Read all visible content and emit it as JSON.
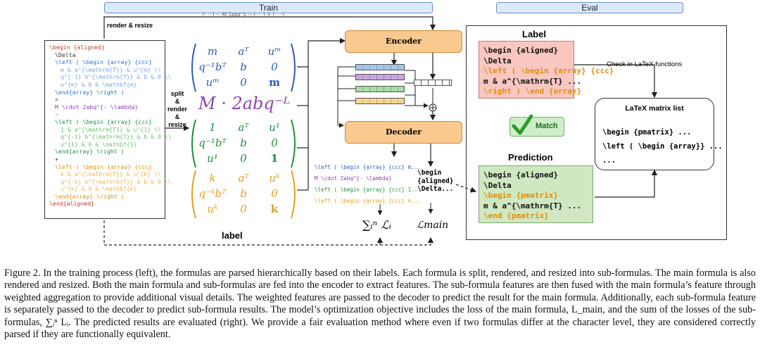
{
  "headers": {
    "train": "Train",
    "eval": "Eval"
  },
  "labels": {
    "render_resize": "render & resize",
    "split_render": "split\n&\nrender\n&\nresize",
    "label_bottom": "label",
    "eval_label": "Label",
    "prediction": "Prediction",
    "check": "Check in LaTeX functions",
    "match": "Match",
    "matrix_list_title": "LaTeX matrix list"
  },
  "encoder": "Encoder",
  "decoder": "Decoder",
  "code_lines": [
    {
      "text": "\\begin {aligned}",
      "color": "#c0392b",
      "indent": 0
    },
    {
      "text": "\\Delta",
      "color": "#333333",
      "indent": 1
    },
    {
      "text": "\\left ( \\begin {array} {ccc}",
      "color": "#2e6fd1",
      "indent": 1
    },
    {
      "text": "m & a^{\\mathrm{T}} & u^{m} \\\\",
      "color": "#7aa6e6",
      "indent": 2
    },
    {
      "text": "q^{-1} b^{\\mathrm{T}} & b & 0 \\\\",
      "color": "#7aa6e6",
      "indent": 2
    },
    {
      "text": "u^{m} & 0 & \\mathbf{m}",
      "color": "#7aa6e6",
      "indent": 2
    },
    {
      "text": "\\end{array} \\right )",
      "color": "#2e6fd1",
      "indent": 1
    },
    {
      "text": "=",
      "color": "#333333",
      "indent": 1
    },
    {
      "text": "M \\cdot 2abq^{- \\lambda}",
      "color": "#8e44ad",
      "indent": 1
    },
    {
      "text": "-",
      "color": "#333333",
      "indent": 1
    },
    {
      "text": "\\left ( \\begin {array} {ccc}",
      "color": "#1e8e3e",
      "indent": 1
    },
    {
      "text": "1 & a^{\\mathrm{T}} & u^{1} \\\\",
      "color": "#6cc070",
      "indent": 2
    },
    {
      "text": "q^{-1} b^{\\mathrm{T}} & b & 0 \\\\",
      "color": "#6cc070",
      "indent": 2
    },
    {
      "text": "u^{1} & 0 & \\mathbf{1}",
      "color": "#6cc070",
      "indent": 2
    },
    {
      "text": "\\end{array} \\right )",
      "color": "#1e8e3e",
      "indent": 1
    },
    {
      "text": "+",
      "color": "#333333",
      "indent": 1
    },
    {
      "text": "\\left ( \\begin {array} {ccc}",
      "color": "#e08e0b",
      "indent": 1
    },
    {
      "text": "k & a^{\\mathrm{T}} & u^{k} \\\\",
      "color": "#f0b455",
      "indent": 2
    },
    {
      "text": "q^{-k} b^{\\mathrm{T}} & b & 0 \\\\",
      "color": "#f0b455",
      "indent": 2
    },
    {
      "text": "u^{k} & 0 & \\mathbf{k}",
      "color": "#f0b455",
      "indent": 2
    },
    {
      "text": "\\end{array} \\right )",
      "color": "#e08e0b",
      "indent": 1
    },
    {
      "text": "\\end{aligned}",
      "color": "#c0392b",
      "indent": 0
    }
  ],
  "matrices": {
    "blue": {
      "color": "#2e5cb8",
      "rows": [
        [
          "m",
          "aᵀ",
          "uᵐ"
        ],
        [
          "q⁻¹bᵀ",
          "b",
          "0"
        ],
        [
          "uᵐ",
          "0",
          "m"
        ]
      ]
    },
    "middle": {
      "text": "M · 2abq⁻ᴸ",
      "color": "#8e44ad"
    },
    "green": {
      "color": "#1e8e3e",
      "rows": [
        [
          "1",
          "aᵀ",
          "u¹"
        ],
        [
          "q⁻¹bᵀ",
          "b",
          "0"
        ],
        [
          "u¹",
          "0",
          "1"
        ]
      ]
    },
    "orange": {
      "color": "#e0a020",
      "rows": [
        [
          "k",
          "aᵀ",
          "uᵏ"
        ],
        [
          "q⁻ᵏbᵀ",
          "b",
          "0"
        ],
        [
          "uᵏ",
          "0",
          "k"
        ]
      ]
    }
  },
  "decoder_outputs": [
    {
      "text": "\\left ( \\begin {array} {ccc} m...",
      "color": "#2e5cb8"
    },
    {
      "text": "M \\cdot 2abq^{- \\lambda}",
      "color": "#8e44ad"
    },
    {
      "text": "\\left ( \\begin {array} {ccc} 1...",
      "color": "#1e8e3e"
    },
    {
      "text": "\\left ( \\begin {array} {ccc} k...",
      "color": "#e0a020"
    }
  ],
  "main_output": "\\begin\n{aligned}\n\\Delta...",
  "loss_sub": "∑ᵢⁿ ℒᵢ",
  "loss_main": "ℒmain",
  "top_formula": "(· · ·) − M·2abq⁻λ − (· · ·) + (· · ·)",
  "label_panel": [
    {
      "text": "\\begin {aligned}",
      "color": "#111111"
    },
    {
      "text": "\\Delta",
      "color": "#111111"
    },
    {
      "text": "\\left ( \\begin {array} {ccc}",
      "color": "#e08e0b"
    },
    {
      "text": "m & a^{\\mathrm{T} ...",
      "color": "#111111"
    },
    {
      "text": "\\right ) \\end {array}",
      "color": "#e08e0b"
    }
  ],
  "pred_panel": [
    {
      "text": "\\begin {aligned}",
      "color": "#111111"
    },
    {
      "text": "\\Delta",
      "color": "#111111"
    },
    {
      "text": "\\begin {pmatrix}",
      "color": "#e08e0b"
    },
    {
      "text": "m & a^{\\mathrm{T} ...",
      "color": "#111111"
    },
    {
      "text": "\\end {pmatrix}",
      "color": "#e08e0b"
    }
  ],
  "matrix_list": [
    "\\begin {pmatrix} ...",
    "\\left ( \\begin {array}} ...",
    "..."
  ],
  "caption": "Figure 2.  In the training process (left), the formulas are parsed hierarchically based on their labels. Each formula is split, rendered, and resized into sub-formulas. The main formula is also rendered and resized. Both the main formula and sub-formulas are fed into the encoder to extract features. The sub-formula features are then fused with the main formula’s feature through weighted aggregation to provide additional visual details. The weighted features are passed to the decoder to predict the result for the main formula. Additionally, each sub-formula feature is separately passed to the decoder to predict sub-formula results. The model’s optimization objective includes the loss of the main formula, L_main, and the sum of the losses of the sub-formulas, ∑ᵢⁿ Lᵢ. The predicted results are evaluated (right). We provide a fair evaluation method where even if two formulas differ at the character level, they are considered correctly parsed if they are functionally equivalent."
}
